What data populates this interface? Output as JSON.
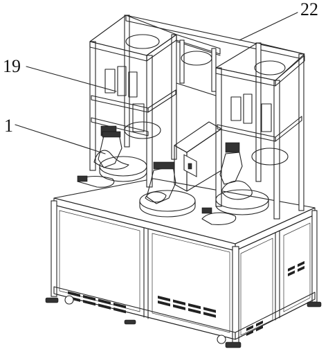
{
  "labels": {
    "label_22": "22",
    "label_19": "19",
    "label_1": "1"
  }
}
